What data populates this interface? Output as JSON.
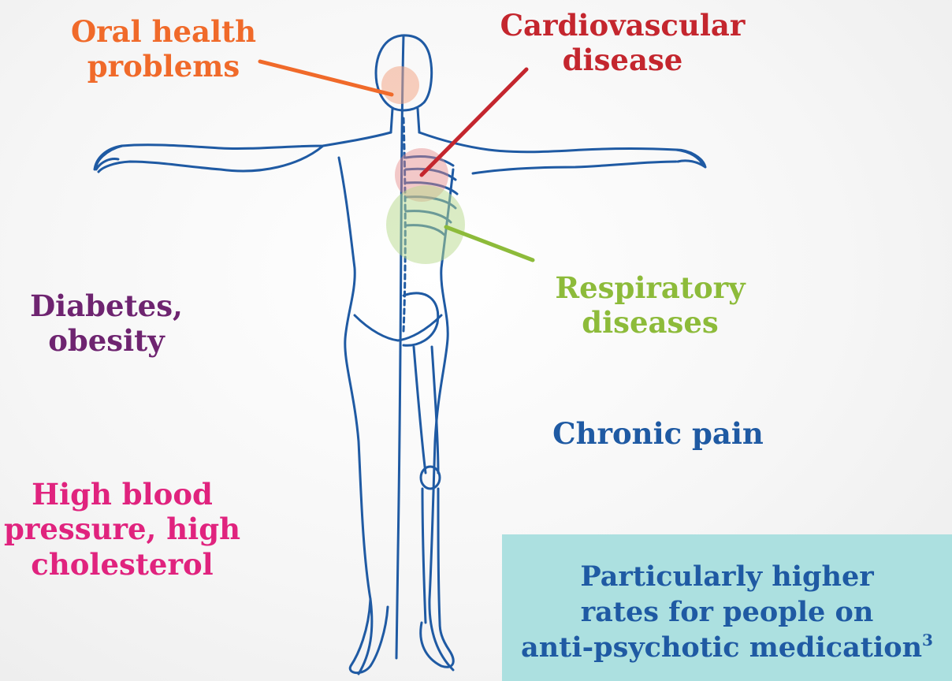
{
  "colors": {
    "oral": "#f06a2a",
    "cardio": "#c4262e",
    "respiratory": "#8dbb3a",
    "diabetes": "#6e2470",
    "chronic_pain": "#1f5aa3",
    "blood_pressure": "#e0237e",
    "note_text": "#1f5aa3",
    "note_bg": "#ace0e0",
    "body_outline": "#1f5aa3"
  },
  "labels": {
    "oral": [
      "Oral health",
      "problems"
    ],
    "cardio": [
      "Cardiovascular",
      "disease"
    ],
    "respiratory": [
      "Respiratory",
      "diseases"
    ],
    "diabetes": [
      "Diabetes,",
      "obesity"
    ],
    "chronic_pain": [
      "Chronic pain"
    ],
    "blood_pressure": [
      "High blood",
      "pressure, high",
      "cholesterol"
    ]
  },
  "note": {
    "lines": [
      "Particularly higher",
      "rates for people on",
      "anti-psychotic medication"
    ],
    "footnote": "3"
  },
  "icons": [
    "human-body-illustration",
    "skeleton-illustration"
  ]
}
